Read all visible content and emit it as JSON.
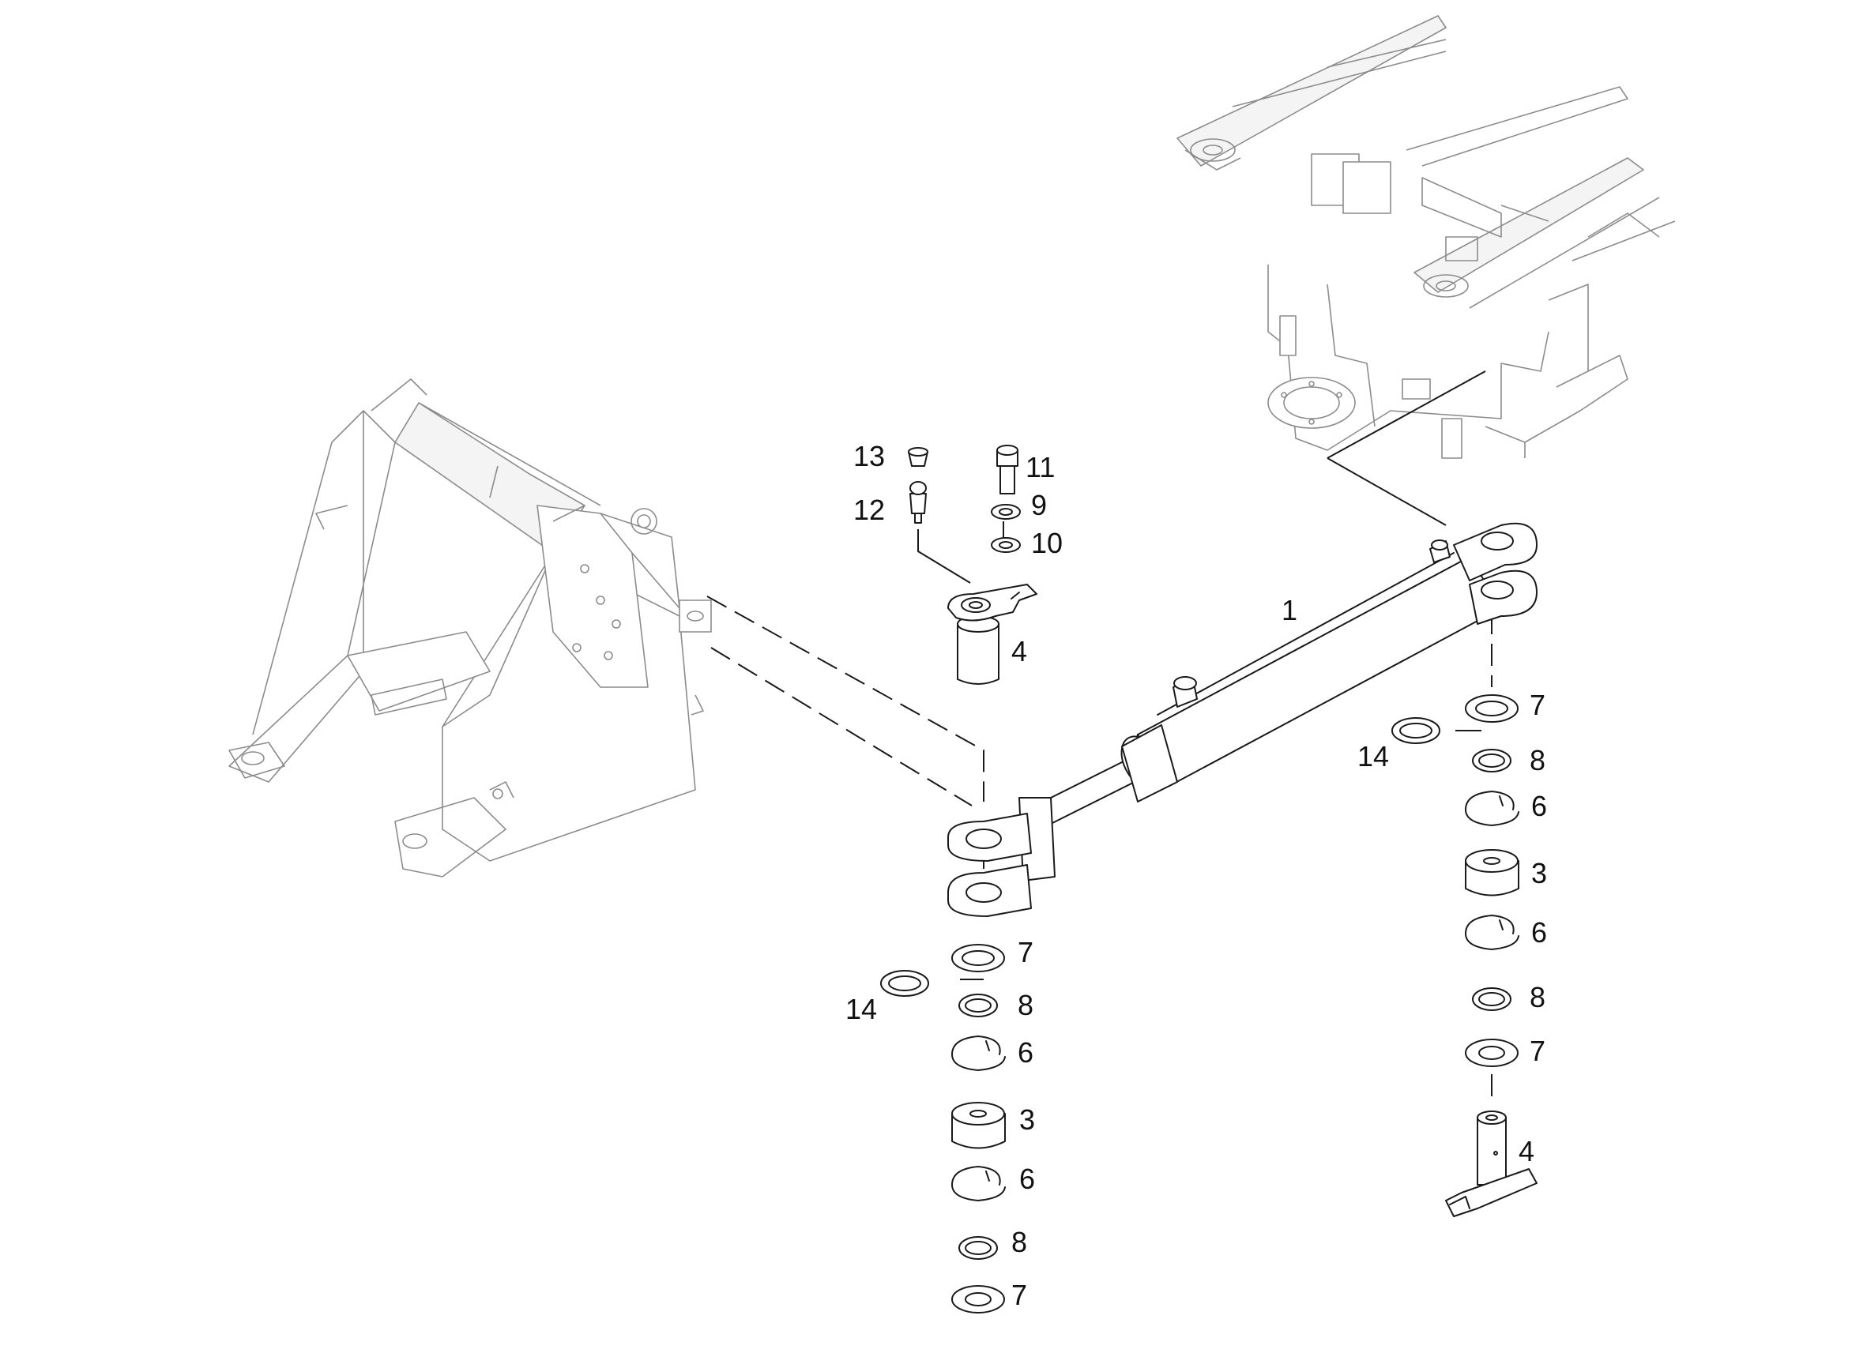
{
  "diagram": {
    "callouts": {
      "c1": "1",
      "c3a": "3",
      "c3b": "3",
      "c4a": "4",
      "c4b": "4",
      "c6a": "6",
      "c6b": "6",
      "c6c": "6",
      "c6d": "6",
      "c7a": "7",
      "c7b": "7",
      "c7c": "7",
      "c7d": "7",
      "c8a": "8",
      "c8b": "8",
      "c8c": "8",
      "c8d": "8",
      "c9": "9",
      "c10": "10",
      "c11": "11",
      "c12": "12",
      "c13": "13",
      "c14a": "14",
      "c14b": "14"
    }
  }
}
